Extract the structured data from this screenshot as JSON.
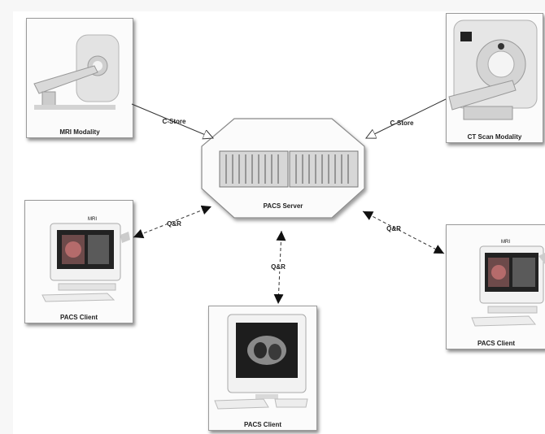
{
  "nodes": {
    "mri": {
      "label": "MRI Modality",
      "icon": "mri-scanner-icon"
    },
    "ct": {
      "label": "CT Scan Modality",
      "icon": "ct-scanner-icon"
    },
    "server": {
      "label": "PACS Server",
      "icon": "server-rack-icon"
    },
    "client_left": {
      "label": "PACS Client",
      "icon": "workstation-icon"
    },
    "client_right": {
      "label": "PACS Client",
      "icon": "workstation-icon"
    },
    "client_bottom": {
      "label": "PACS Client",
      "icon": "workstation-icon"
    }
  },
  "edges": {
    "mri_to_server": "C-Store",
    "ct_to_server": "C-Store",
    "left_client": "Q&R",
    "right_client": "Q&R",
    "bottom_client": "Q&R"
  },
  "colors": {
    "box_border": "#9a9a9a",
    "line": "#333333"
  }
}
